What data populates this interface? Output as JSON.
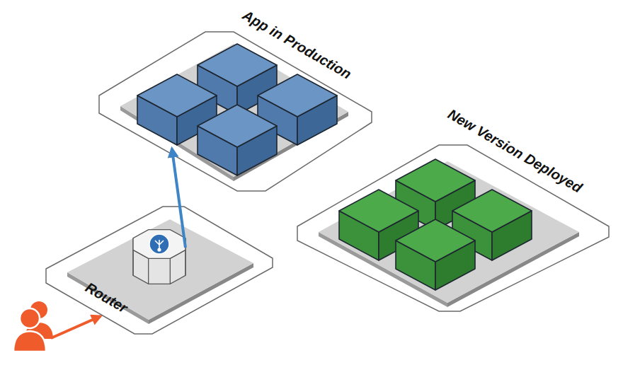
{
  "diagram": {
    "nodes": [
      {
        "text": [
          "App in Production"
        ]
      },
      {
        "text": [
          "New Version Deployed"
        ]
      },
      {
        "text": [
          "Router"
        ]
      }
    ],
    "edges": [
      {
        "from": 2,
        "to": 0,
        "arrow": "to"
      }
    ]
  }
}
